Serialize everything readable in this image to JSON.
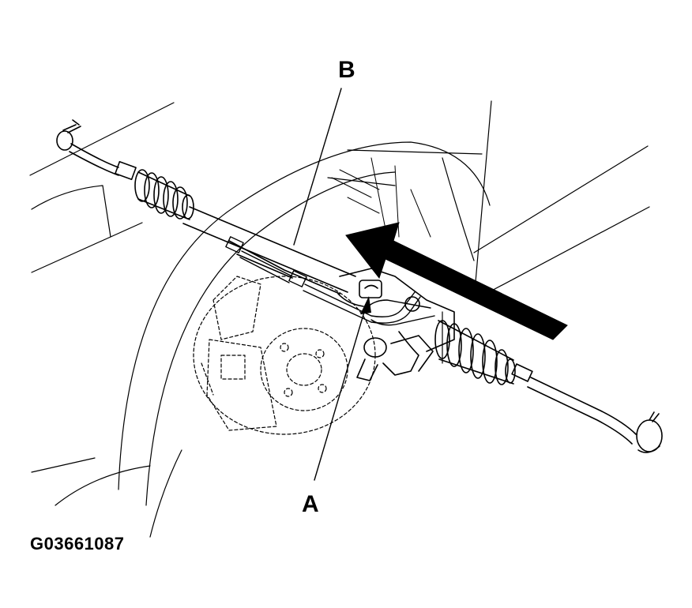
{
  "callouts": {
    "a": "A",
    "b": "B"
  },
  "figure_id": "G03661087",
  "colors": {
    "ink": "#000000",
    "paper": "#ffffff"
  }
}
